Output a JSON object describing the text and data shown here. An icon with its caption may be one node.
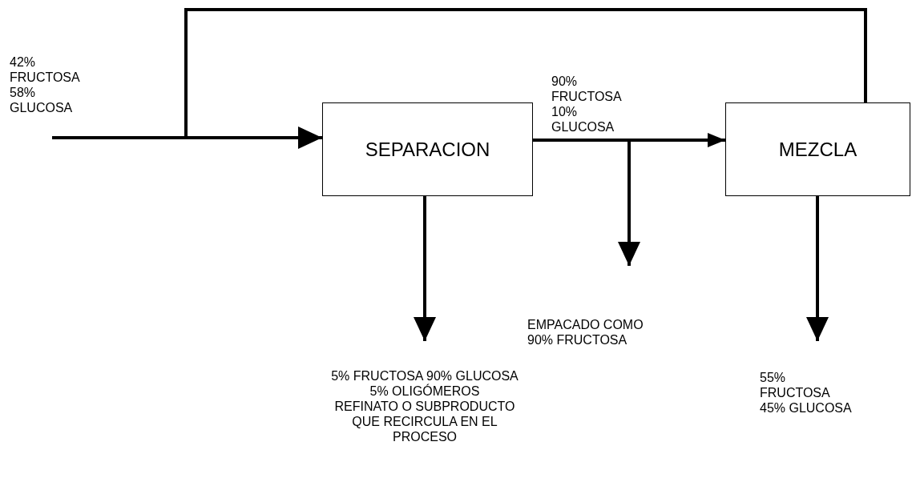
{
  "diagram": {
    "nodes": [
      {
        "text": [
          "SEPARACION"
        ]
      },
      {
        "text": [
          "MEZCLA"
        ]
      },
      {
        "text": [
          "EMPACADO COMO 90% FRUCTOSA"
        ]
      },
      {
        "text": [
          "5% FRUCTOSA 90% GLUCOSA 5% OLIGÓMEROS",
          "REFINATO O SUBPRODUCTO QUE RECIRCULA EN EL PROCESO"
        ]
      },
      {
        "text": [
          "55% FRUCTOSA 45% GLUCOSA"
        ]
      }
    ],
    "edges": [
      {
        "from": null,
        "to": 0,
        "arrow": "to",
        "label": "42% FRUCTOSA 58% GLUCOSA"
      },
      {
        "from": null,
        "to": 1,
        "arrow": "none"
      },
      {
        "from": 0,
        "to": 1,
        "arrow": "to",
        "label": "90% FRUCTOSA 10% GLUCOSA"
      },
      {
        "from": 0,
        "to": 2,
        "arrow": "to"
      },
      {
        "from": 0,
        "to": 3,
        "arrow": "to"
      },
      {
        "from": 1,
        "to": 4,
        "arrow": "to"
      }
    ]
  }
}
